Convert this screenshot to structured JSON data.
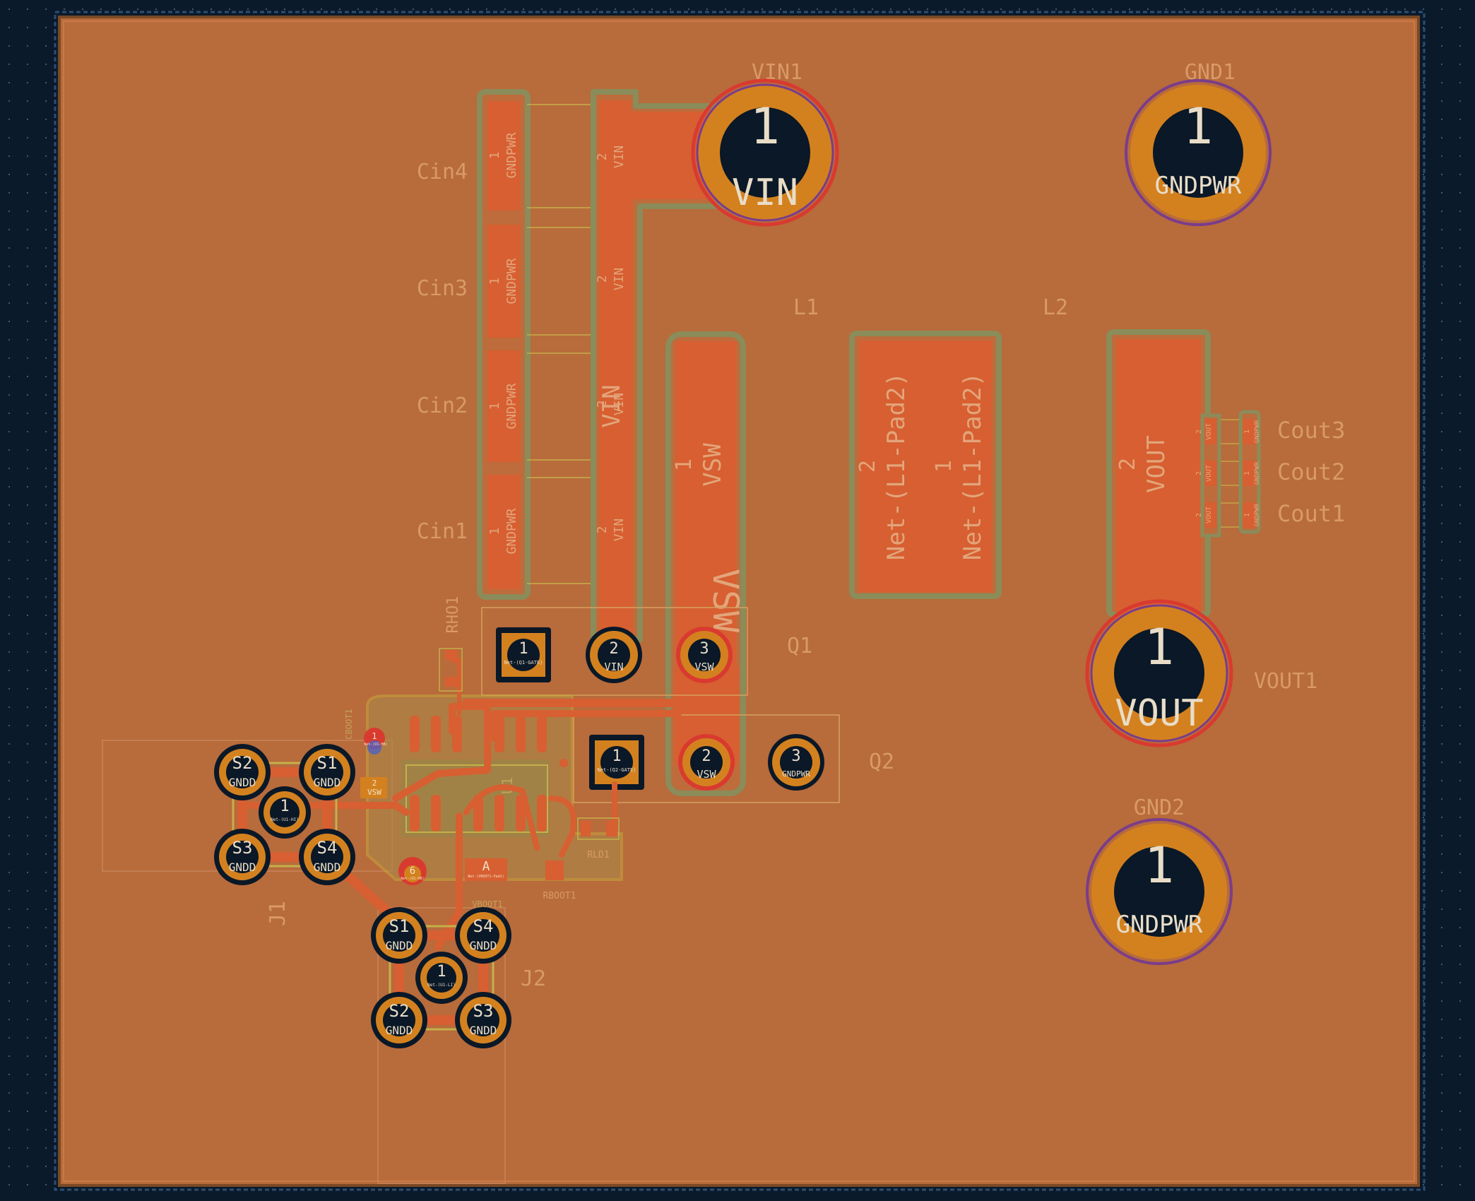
{
  "colors": {
    "background": "#0b1a2b",
    "board": "#b86b3b",
    "pour": "#be6c3c",
    "copper": "#d75f31",
    "pad_ring": "#d3811f",
    "hole": "#0a1827",
    "outline": "#8a8c5a",
    "silk_label": "#d89a68",
    "pad_text": "#e9ddc8",
    "via_red": "#d93a2f",
    "gold": "#c4a83e"
  },
  "connectors": {
    "vin1": {
      "ref": "VIN1",
      "pad": "1",
      "net": "VIN"
    },
    "gnd1": {
      "ref": "GND1",
      "pad": "1",
      "net": "GNDPWR"
    },
    "vout1": {
      "ref": "VOUT1",
      "pad": "1",
      "net": "VOUT"
    },
    "gnd2": {
      "ref": "GND2",
      "pad": "1",
      "net": "GNDPWR"
    }
  },
  "caps_in": [
    {
      "ref": "Cin4",
      "p1": "1",
      "n1": "GNDPWR",
      "p2": "2",
      "n2": "VIN"
    },
    {
      "ref": "Cin3",
      "p1": "1",
      "n1": "GNDPWR",
      "p2": "2",
      "n2": "VIN"
    },
    {
      "ref": "Cin2",
      "p1": "1",
      "n1": "GNDPWR",
      "p2": "2",
      "n2": "VIN"
    },
    {
      "ref": "Cin1",
      "p1": "1",
      "n1": "GNDPWR",
      "p2": "2",
      "n2": "VIN"
    }
  ],
  "vin_strip": "VIN",
  "vsw_strip": {
    "pad": "1",
    "net": "VSW",
    "big": "VSW"
  },
  "inductors": {
    "l1": {
      "ref": "L1",
      "p2": "2",
      "n2": "Net-(L1-Pad2)",
      "p1": "1",
      "n1": "Net-(L1-Pad2)"
    },
    "l2": {
      "ref": "L2",
      "pad": "2",
      "net": "VOUT"
    }
  },
  "caps_out": [
    {
      "ref": "Cout3",
      "p2": "2",
      "n2": "VOUT",
      "p1": "1",
      "n1": "GNDPWR"
    },
    {
      "ref": "Cout2",
      "p2": "2",
      "n2": "VOUT",
      "p1": "1",
      "n1": "GNDPWR"
    },
    {
      "ref": "Cout1",
      "p2": "2",
      "n2": "VOUT",
      "p1": "1",
      "n1": "GNDPWR"
    }
  ],
  "q1": {
    "ref": "Q1",
    "pins": [
      {
        "n": "1",
        "net": "Net-(Q1-GATE)"
      },
      {
        "n": "2",
        "net": "VIN"
      },
      {
        "n": "3",
        "net": "VSW"
      }
    ]
  },
  "q2": {
    "ref": "Q2",
    "pins": [
      {
        "n": "1",
        "net": "Net-(Q2-GATE)"
      },
      {
        "n": "2",
        "net": "VSW"
      },
      {
        "n": "3",
        "net": "GNDPWR"
      }
    ]
  },
  "small_refs": {
    "rho1": "RHO1",
    "cboot1": "CBOOT1",
    "rld1": "RLD1",
    "rboot1": "RBOOT1",
    "vboot1": "VBOOT1",
    "u1": "U1"
  },
  "j1": {
    "ref": "J1",
    "center": {
      "pad": "1",
      "net": "Net-(U1-HI)"
    },
    "shields": [
      {
        "pad": "S2",
        "net": "GNDD"
      },
      {
        "pad": "S1",
        "net": "GNDD"
      },
      {
        "pad": "S3",
        "net": "GNDD"
      },
      {
        "pad": "S4",
        "net": "GNDD"
      }
    ]
  },
  "j2": {
    "ref": "J2",
    "center": {
      "pad": "1",
      "net": "Net-(U1-LI)"
    },
    "shields": [
      {
        "pad": "S1",
        "net": "GNDD"
      },
      {
        "pad": "S4",
        "net": "GNDD"
      },
      {
        "pad": "S2",
        "net": "GNDD"
      },
      {
        "pad": "S3",
        "net": "GNDD"
      }
    ]
  },
  "u1_pads": {
    "hb_pin": "1",
    "hb_net": "Net-(U1-HB)",
    "pin2": "2",
    "pin2_net": "VSW",
    "hs_pin": "6",
    "hs_net": "Net-(U1-HB)",
    "diode_pin": "A",
    "diode_net": "Net-(VBOOT1-Pad2)"
  }
}
